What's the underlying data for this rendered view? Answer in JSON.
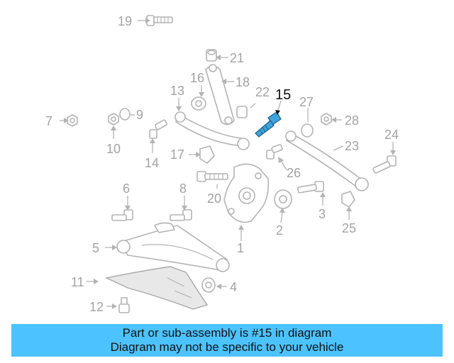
{
  "diagram": {
    "callouts": [
      "19",
      "21",
      "16",
      "18",
      "13",
      "22",
      "15",
      "27",
      "7",
      "9",
      "28",
      "10",
      "14",
      "17",
      "24",
      "23",
      "26",
      "6",
      "8",
      "20",
      "3",
      "2",
      "25",
      "5",
      "1",
      "11",
      "4",
      "12"
    ],
    "highlighted_part": "15",
    "highlight_color": "#3ea3da",
    "line_color": "#b3b3b3"
  },
  "banner": {
    "line1": "Part or sub-assembly is #15 in diagram",
    "line2": "Diagram may not be specific to your vehicle",
    "background": "#4cc3ff"
  }
}
